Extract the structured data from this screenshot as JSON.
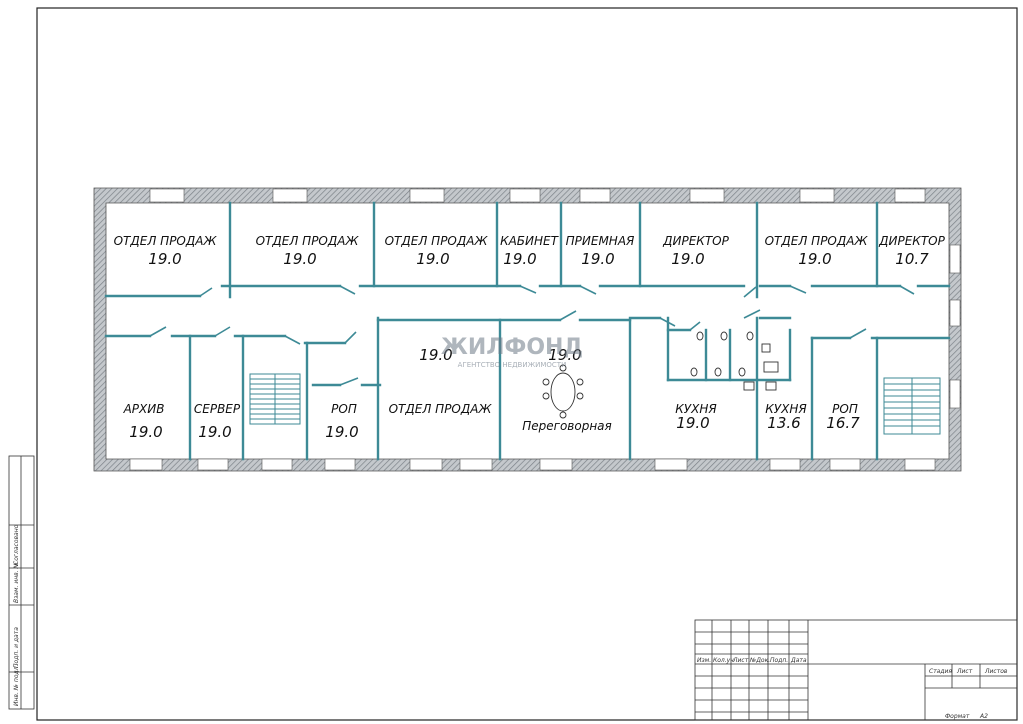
{
  "rooms": [
    {
      "id": "r1",
      "name": "ОТДЕЛ ПРОДАЖ",
      "area": "19.0"
    },
    {
      "id": "r2",
      "name": "ОТДЕЛ ПРОДАЖ",
      "area": "19.0"
    },
    {
      "id": "r3",
      "name": "ОТДЕЛ ПРОДАЖ",
      "area": "19.0"
    },
    {
      "id": "r4",
      "name": "КАБИНЕТ",
      "area": "19.0"
    },
    {
      "id": "r5",
      "name": "ПРИЕМНАЯ",
      "area": "19.0"
    },
    {
      "id": "r6",
      "name": "ДИРЕКТОР",
      "area": "19.0"
    },
    {
      "id": "r7",
      "name": "ОТДЕЛ ПРОДАЖ",
      "area": "19.0"
    },
    {
      "id": "r8",
      "name": "ДИРЕКТОР",
      "area": "10.7"
    },
    {
      "id": "b1",
      "name": "АРХИВ",
      "area": "19.0"
    },
    {
      "id": "b2",
      "name": "СЕРВЕР",
      "area": "19.0"
    },
    {
      "id": "b3",
      "name": "РОП",
      "area": "19.0"
    },
    {
      "id": "b4",
      "name": "ОТДЕЛ ПРОДАЖ",
      "area": "19.0"
    },
    {
      "id": "b5",
      "name": "Переговорная",
      "area": "19.0"
    },
    {
      "id": "b6",
      "name": "КУХНЯ",
      "area": "19.0"
    },
    {
      "id": "b7",
      "name": "КУХНЯ",
      "area": "13.6"
    },
    {
      "id": "b8",
      "name": "РОП",
      "area": "16.7"
    }
  ],
  "watermark": {
    "brand": "ЖИЛФОНД",
    "tagline": "АГЕНТСТВО НЕДВИЖИМОСТИ"
  },
  "title_block": {
    "headers": [
      "Изм.",
      "Кол.уч",
      "Лист",
      "№Док.",
      "Подп.",
      "Дата"
    ],
    "stage": "Стадия",
    "sheet": "Лист",
    "sheets": "Листов",
    "format_label": "Формат",
    "format_value": "А2"
  },
  "side_stamp": [
    "Согласовано",
    "Взам. инв. №",
    "Подп. и дата",
    "Инв. № подл."
  ],
  "colors": {
    "wall": "#9aa0a6",
    "wall_edge": "#555",
    "partition": "#3d8a96",
    "line": "#222"
  }
}
